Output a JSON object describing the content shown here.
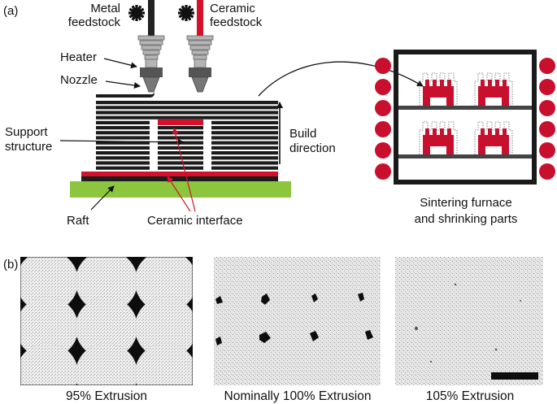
{
  "panel_a": {
    "tag": "(a)",
    "labels": {
      "metal_feedstock_line1": "Metal",
      "metal_feedstock_line2": "feedstock",
      "ceramic_feedstock_line1": "Ceramic",
      "ceramic_feedstock_line2": "feedstock",
      "heater": "Heater",
      "nozzle": "Nozzle",
      "support_line1": "Support",
      "support_line2": "structure",
      "build_line1": "Build",
      "build_line2": "direction",
      "raft": "Raft",
      "ceramic_interface": "Ceramic interface",
      "furnace_line1": "Sintering furnace",
      "furnace_line2": "and shrinking parts"
    },
    "colors": {
      "metal": "#222222",
      "ceramic": "#d3112a",
      "raft": "#8cc63f",
      "furnace_part": "#c8102e",
      "heater": "#b5b5b5",
      "nozzle": "#555555"
    }
  },
  "panel_b": {
    "tag": "(b)",
    "micrographs": [
      {
        "caption": "95% Extrusion"
      },
      {
        "caption": "Nominally 100% Extrusion"
      },
      {
        "caption": "105% Extrusion"
      }
    ]
  }
}
